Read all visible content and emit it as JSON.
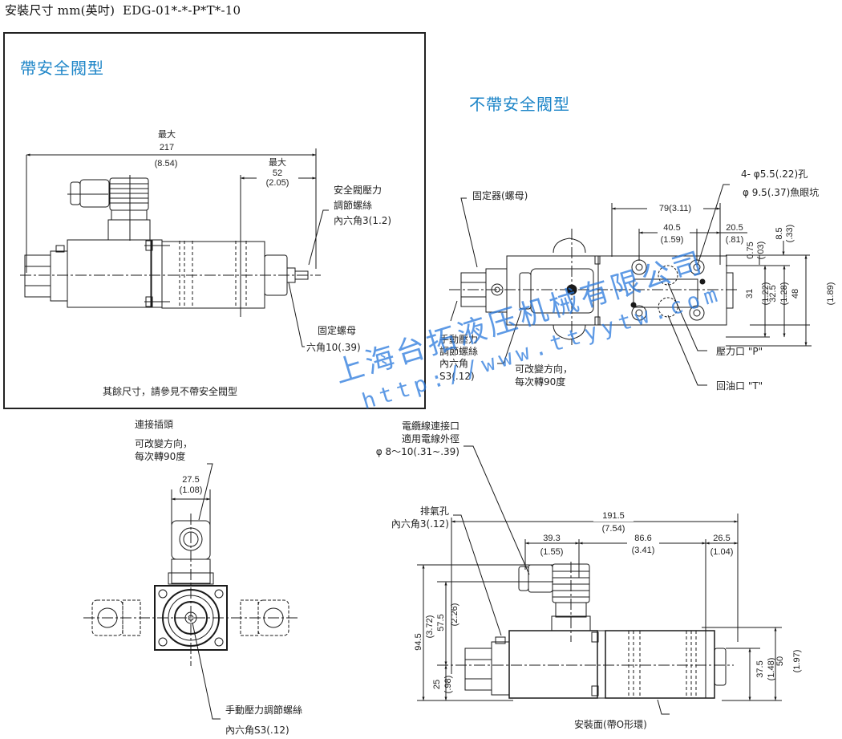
{
  "header": {
    "title": "安裝尺寸 mm(英吋)  EDG-01*-*-P*T*-10"
  },
  "with_safety_valve": {
    "title": "帶安全閥型",
    "dim_overall_label": "最大",
    "dim_overall_mm": "217",
    "dim_overall_in": "(8.54)",
    "dim_right_label": "最大",
    "dim_right_mm": "52",
    "dim_right_in": "(2.05)",
    "callout_safety_screw": [
      "安全閥壓力",
      "調節螺絲",
      "內六角3(1.2)"
    ],
    "callout_lock_nut": [
      "固定螺母",
      "六角10(.39)"
    ],
    "note": "其餘尺寸，請參見不帶安全閥型"
  },
  "without_safety_valve": {
    "title": "不帶安全閥型",
    "callout_fixer": "固定器(螺母)",
    "callout_holes": [
      "4- φ5.5(.22)孔",
      "φ 9.5(.37)魚眼坑"
    ],
    "dim_79": "79(3.11)",
    "dim_40_5_mm": "40.5",
    "dim_40_5_in": "(1.59)",
    "dim_20_5_mm": "20.5",
    "dim_20_5_in": "(.81)",
    "dim_0_75_mm": "0.75",
    "dim_0_75_in": "(.03)",
    "dim_8_5_mm": "8.5",
    "dim_8_5_in": "(.33)",
    "dim_31_mm": "31",
    "dim_31_in": "(1.22)",
    "dim_32_5_mm": "32.5",
    "dim_32_5_in": "(1.28)",
    "dim_48_mm": "48",
    "dim_48_in": "(1.89)",
    "callout_manual_screw": [
      "手動壓力",
      "調節螺絲",
      "內六角",
      "S3(.12)"
    ],
    "callout_rotate": [
      "可改變方向，",
      "每次轉90度"
    ],
    "callout_port_p": "壓力口 \"P\"",
    "callout_port_t": "回油口 \"T\""
  },
  "end_view": {
    "callout_connector": [
      "連接插頭",
      "可改變方向，",
      "每次轉90度"
    ],
    "dim_27_5_mm": "27.5",
    "dim_27_5_in": "(1.08)",
    "callout_manual_screw": [
      "手動壓力調節螺絲",
      "內六角S3(.12)"
    ]
  },
  "side_view": {
    "callout_cable": [
      "電纜線連接口",
      "適用電線外徑",
      "φ 8～10(.31~.39)"
    ],
    "callout_vent": [
      "排氣孔",
      "內六角3(.12)"
    ],
    "dim_191_5_mm": "191.5",
    "dim_191_5_in": "(7.54)",
    "dim_39_3_mm": "39.3",
    "dim_39_3_in": "(1.55)",
    "dim_86_6_mm": "86.6",
    "dim_86_6_in": "(3.41)",
    "dim_26_5_mm": "26.5",
    "dim_26_5_in": "(1.04)",
    "dim_94_5_mm": "94.5",
    "dim_94_5_in": "(3.72)",
    "dim_57_5_mm": "57.5",
    "dim_57_5_in": "(2.26)",
    "dim_25_mm": "25",
    "dim_25_in": "(.98)",
    "dim_37_5_mm": "37.5",
    "dim_37_5_in": "(1.48)",
    "dim_50_mm": "50",
    "dim_50_in": "(1.97)",
    "callout_mount_face": "安裝面(帶O形環)"
  },
  "watermark": {
    "company": "上海台拓液压机械有限公司",
    "url": "http://www.ttyytw.com"
  },
  "colors": {
    "accent_title": "#1f86c8",
    "watermark": "#2878dc",
    "line": "#1a1a1a"
  }
}
